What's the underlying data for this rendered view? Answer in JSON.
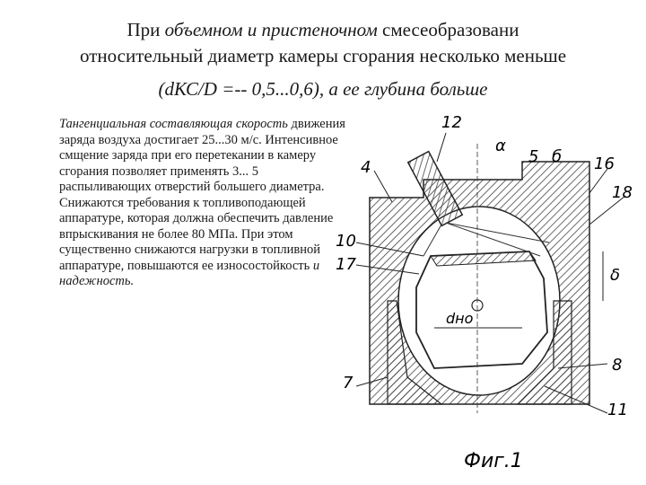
{
  "heading": {
    "line1_prefix": "При ",
    "line1_emph": "объемном и пристеночном",
    "line1_suffix": " смесеобразовани",
    "line2": "относительный диаметр камеры сгорания несколько меньше",
    "formula_main": "(dКС/D =-- 0,5...0,6), а ее глубина больше"
  },
  "body": {
    "italic_start": "Тангенциальная составляющая скорость",
    "text": " движения заряда воздуха достигает 25...30 м/с. Интенсивное смщение заряда при его перетекании в камеру сгорания позволяет применять 3... 5 распыливающих отверстий большего диаметра. Снижаются требования к топливоподающей аппаратуре, которая должна обеспечить давление впрыскивания не более 80 МПа. При этом существенно снижаются нагрузки в топливной аппаратуре, повышаются ее износостойкость ",
    "italic_end": "и надежность."
  },
  "figure": {
    "labels": {
      "l12": "12",
      "alpha": "α",
      "l5": "5",
      "l6": "б",
      "l16": "16",
      "l18": "18",
      "l4": "4",
      "l10": "10",
      "l17": "17",
      "delta": "δ",
      "dn0": "dно",
      "l8": "8",
      "l7": "7",
      "l11": "11"
    },
    "caption": "Фиг.1"
  }
}
